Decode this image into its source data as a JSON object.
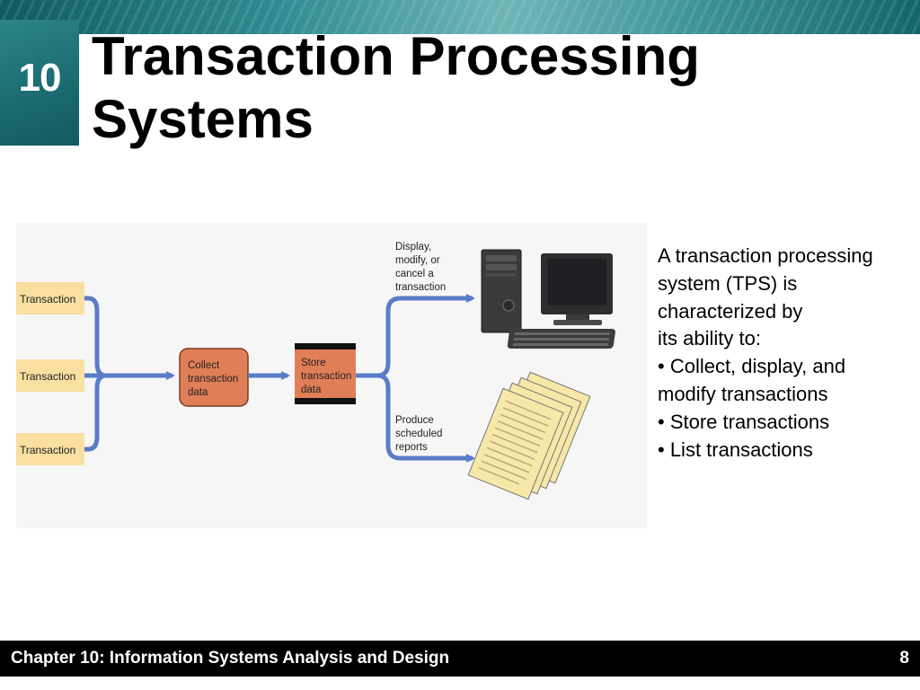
{
  "slide": {
    "chapter_number": "10",
    "title_line1": "Transaction Processing",
    "title_line2": "Systems"
  },
  "diagram": {
    "inputs": [
      "Transaction",
      "Transaction",
      "Transaction"
    ],
    "collect": [
      "Collect",
      "transaction",
      "data"
    ],
    "store": [
      "Store",
      "transaction",
      "data"
    ],
    "display_label": [
      "Display,",
      "modify, or",
      "cancel a",
      "transaction"
    ],
    "reports_label": [
      "Produce",
      "scheduled",
      "reports"
    ],
    "colors": {
      "input_box": "#f9dfa0",
      "process_box": "#e07f57",
      "arrow": "#5a7cc8",
      "report_paper": "#f8e8a8"
    }
  },
  "text": {
    "lines": [
      "A transaction processing",
      "system (TPS) is",
      "characterized by",
      "its ability to:",
      "• Collect, display, and",
      "modify transactions",
      "• Store transactions",
      "• List transactions"
    ]
  },
  "footer": {
    "chapter_title": "Chapter 10: Information Systems Analysis and Design",
    "page_number": "8"
  }
}
